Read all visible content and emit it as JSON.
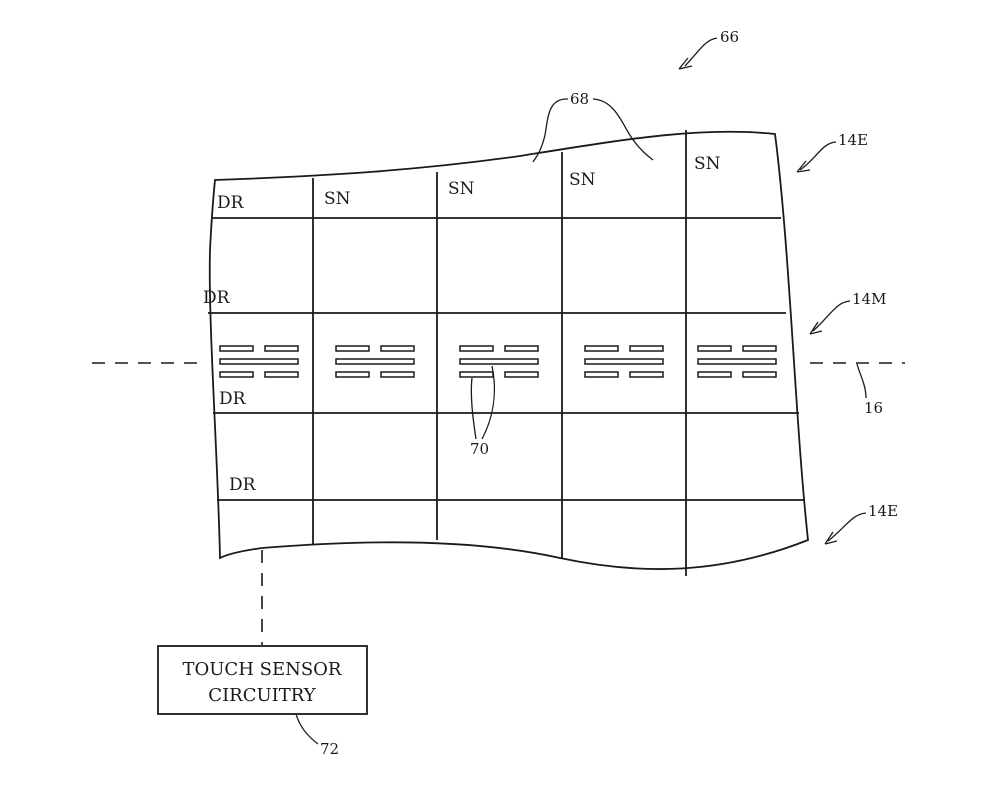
{
  "labels": {
    "dr_top": "DR",
    "dr_upper": "DR",
    "dr_middle": "DR",
    "dr_lower": "DR",
    "sn_col2": "SN",
    "sn_col3": "SN",
    "sn_col4": "SN",
    "sn_col5": "SN"
  },
  "refs": {
    "figure": "66",
    "sense_lines": "68",
    "edge_top": "14E",
    "middle": "14M",
    "fold_axis": "16",
    "openings": "70",
    "edge_bottom": "14E",
    "circuitry": "72"
  },
  "circuitry_box": {
    "line1": "TOUCH SENSOR",
    "line2": "CIRCUITRY"
  }
}
